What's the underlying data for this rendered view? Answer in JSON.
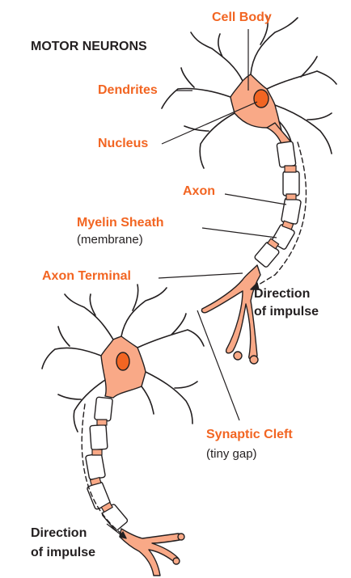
{
  "diagram": {
    "title": "MOTOR NEURONS",
    "labels": {
      "cell_body": "Cell Body",
      "dendrites": "Dendrites",
      "nucleus": "Nucleus",
      "axon": "Axon",
      "myelin_sheath": "Myelin Sheath",
      "myelin_sheath_note": "(membrane)",
      "axon_terminal": "Axon Terminal",
      "synaptic_cleft": "Synaptic Cleft",
      "synaptic_cleft_note": "(tiny gap)",
      "direction_top_line1": "Direction",
      "direction_top_line2": "of impulse",
      "direction_bottom_line1": "Direction",
      "direction_bottom_line2": "of impulse"
    },
    "colors": {
      "label_orange": "#f26522",
      "cell_fill": "#f9a987",
      "nucleus_fill": "#f26522",
      "outline": "#231f20",
      "myelin_fill": "#ffffff"
    }
  }
}
